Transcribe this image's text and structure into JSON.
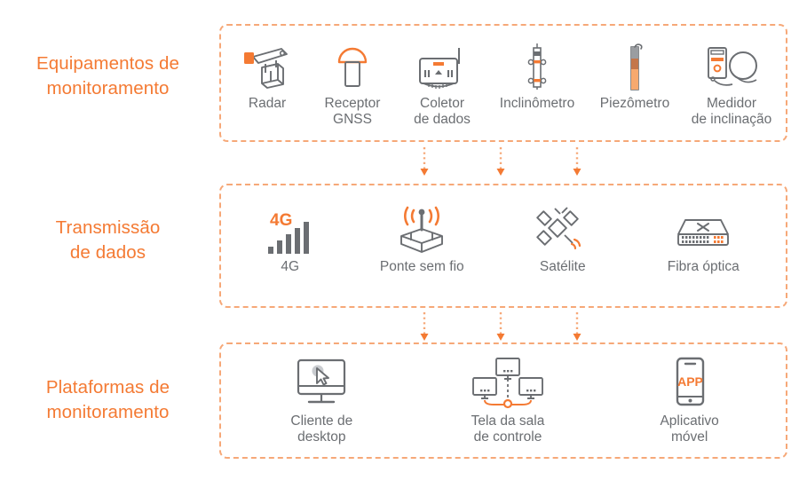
{
  "theme": {
    "orange": "#f47a33",
    "orange_light": "#f6a878",
    "gray_icon": "#6b6e72",
    "gray_text": "#6b6e72",
    "background": "#ffffff"
  },
  "rows": [
    {
      "id": "monitoring-equipment",
      "label_lines": [
        "Equipamentos de",
        "monitoramento"
      ],
      "items": [
        {
          "id": "radar",
          "icon": "radar-icon",
          "label": "Radar"
        },
        {
          "id": "gnss",
          "icon": "gnss-receiver-icon",
          "label": "Receptor\nGNSS"
        },
        {
          "id": "datalogger",
          "icon": "data-collector-icon",
          "label": "Coletor\nde dados"
        },
        {
          "id": "inclinometer",
          "icon": "inclinometer-icon",
          "label": "Inclinômetro"
        },
        {
          "id": "piezometer",
          "icon": "piezometer-icon",
          "label": "Piezômetro"
        },
        {
          "id": "tiltmeter",
          "icon": "tilt-meter-icon",
          "label": "Medidor\nde inclinação"
        }
      ]
    },
    {
      "id": "data-transmission",
      "label_lines": [
        "Transmissão",
        "de dados"
      ],
      "items": [
        {
          "id": "4g",
          "icon": "signal-bars-4g-icon",
          "label": "4G",
          "badge": "4G"
        },
        {
          "id": "wireless",
          "icon": "wireless-bridge-icon",
          "label": "Ponte sem fio"
        },
        {
          "id": "satellite",
          "icon": "satellite-icon",
          "label": "Satélite"
        },
        {
          "id": "fiber",
          "icon": "fiber-switch-icon",
          "label": "Fibra óptica"
        }
      ]
    },
    {
      "id": "monitoring-platforms",
      "label_lines": [
        "Plataformas de",
        "monitoramento"
      ],
      "items": [
        {
          "id": "desktop",
          "icon": "desktop-client-icon",
          "label": "Cliente de\ndesktop"
        },
        {
          "id": "controlroom",
          "icon": "control-room-screen-icon",
          "label": "Tela da sala\nde controle"
        },
        {
          "id": "mobile",
          "icon": "mobile-app-icon",
          "label": "Aplicativo\nmóvel",
          "badge": "APP"
        }
      ]
    }
  ],
  "connectors": {
    "count_per_gap": 3,
    "direction": "down"
  }
}
